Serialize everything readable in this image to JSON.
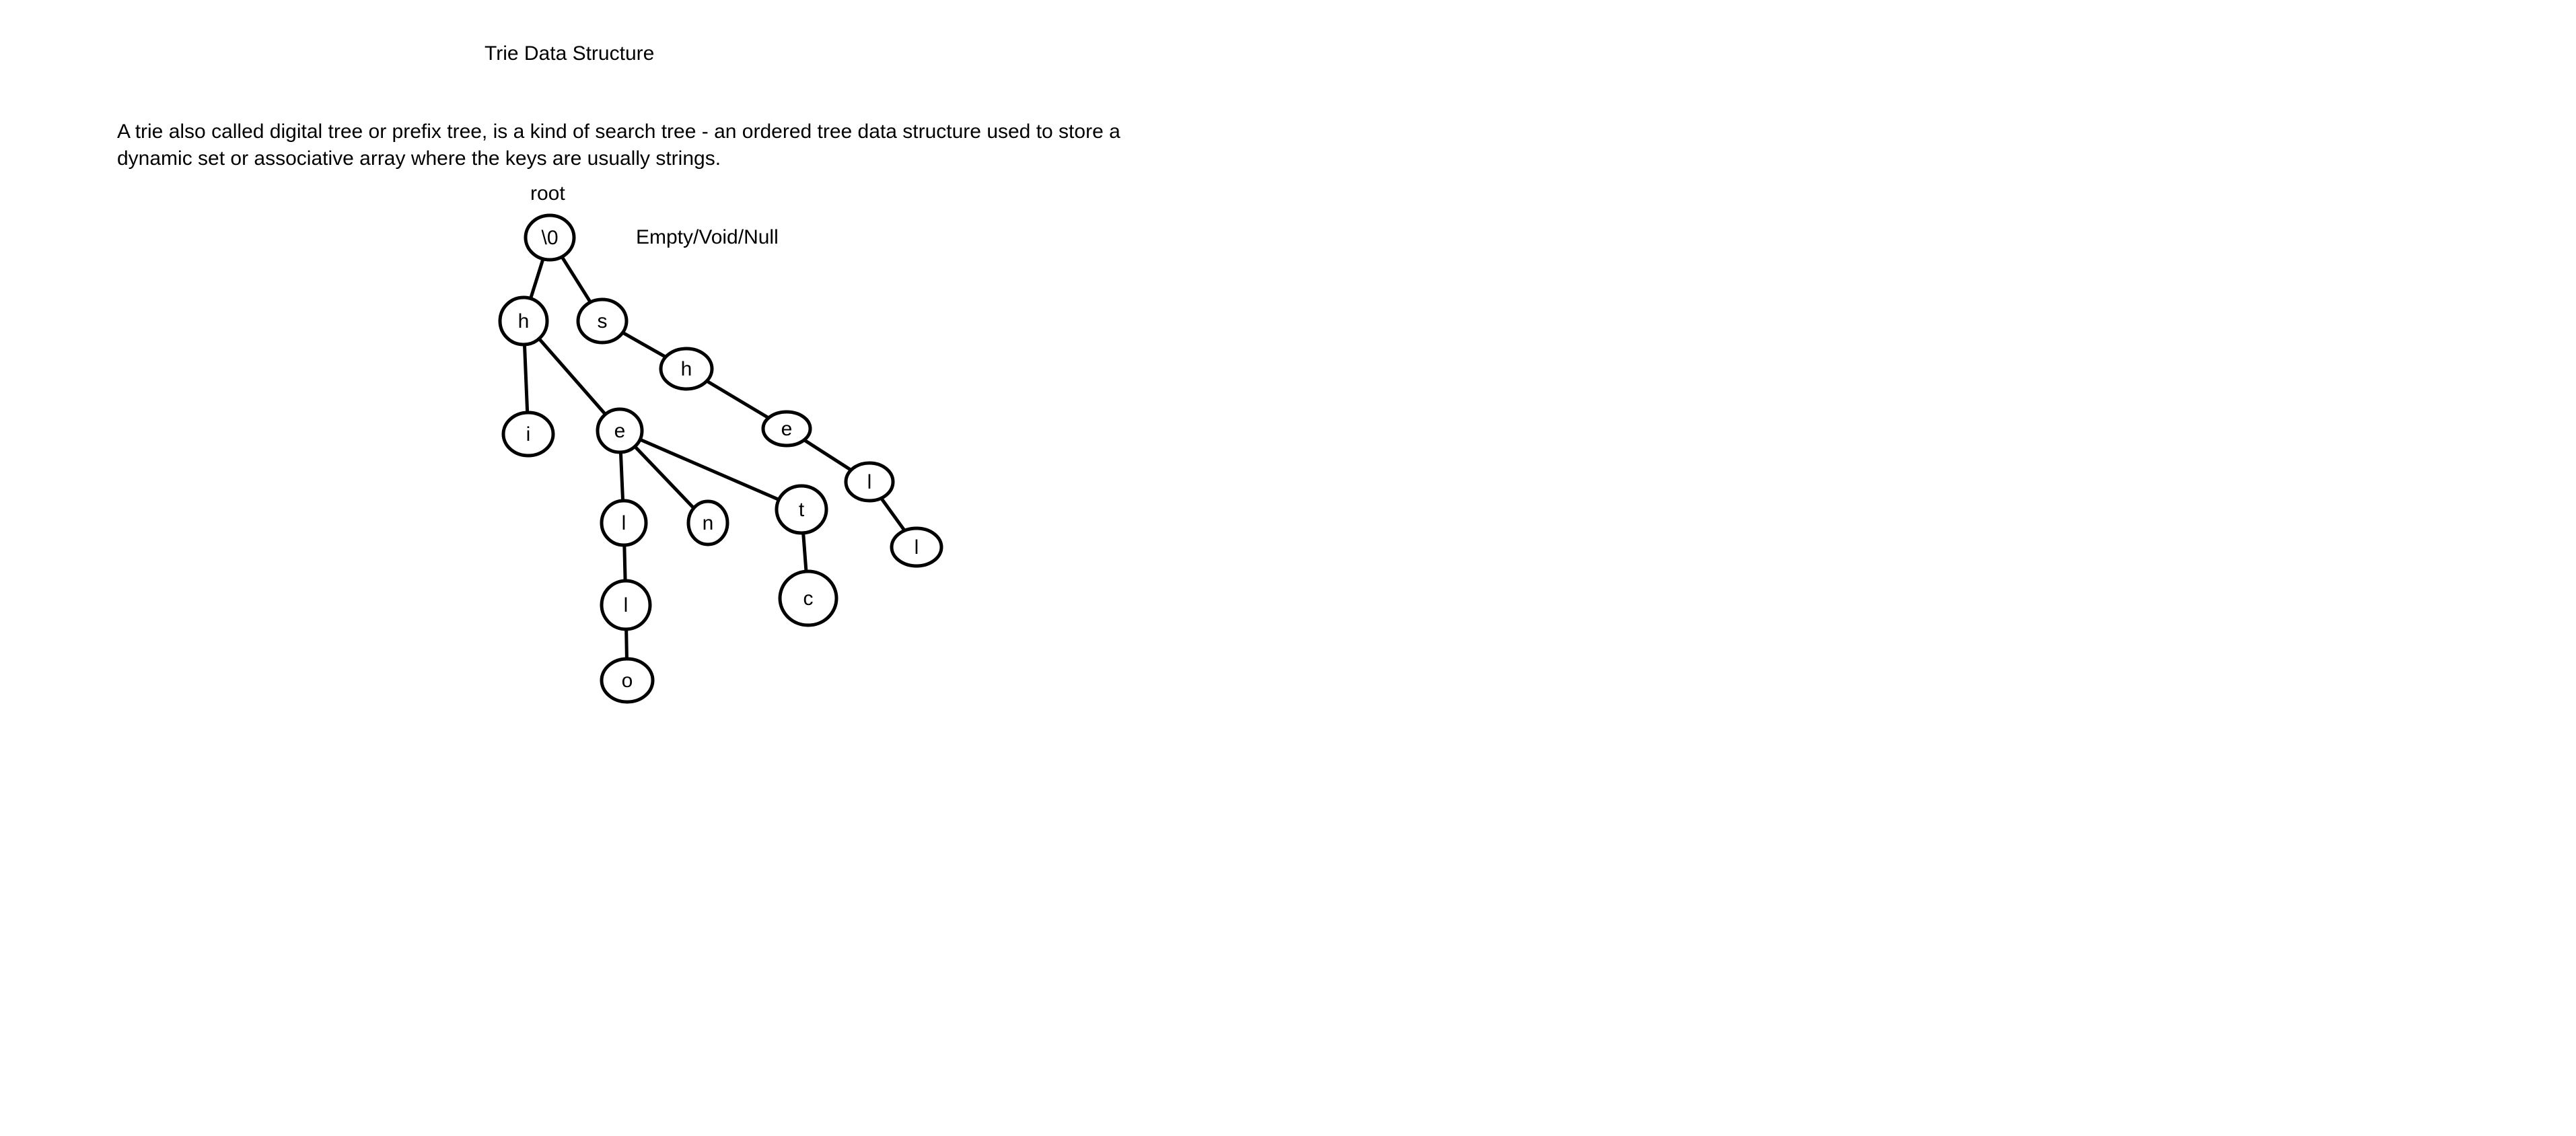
{
  "title": "Trie Data Structure",
  "description": {
    "line1": "A trie also called digital tree or prefix tree, is a kind of search tree - an ordered tree data structure used to store a",
    "line2": "dynamic set or associative array where the keys are usually strings."
  },
  "diagram": {
    "root_label": "root",
    "root_note": "Empty/Void/Null",
    "nodes": [
      {
        "id": "root",
        "label": "\\0"
      },
      {
        "id": "h1",
        "label": "h"
      },
      {
        "id": "s",
        "label": "s"
      },
      {
        "id": "h2",
        "label": "h"
      },
      {
        "id": "i",
        "label": "i"
      },
      {
        "id": "e1",
        "label": "e"
      },
      {
        "id": "e2",
        "label": "e"
      },
      {
        "id": "l3",
        "label": "l"
      },
      {
        "id": "l1",
        "label": "l"
      },
      {
        "id": "n",
        "label": "n"
      },
      {
        "id": "t",
        "label": "t"
      },
      {
        "id": "l4",
        "label": "l"
      },
      {
        "id": "l2",
        "label": "l"
      },
      {
        "id": "c",
        "label": "c"
      },
      {
        "id": "o",
        "label": "o"
      }
    ],
    "edges": [
      {
        "from": "root",
        "to": "h1"
      },
      {
        "from": "root",
        "to": "s"
      },
      {
        "from": "h1",
        "to": "i"
      },
      {
        "from": "h1",
        "to": "e1"
      },
      {
        "from": "e1",
        "to": "l1"
      },
      {
        "from": "e1",
        "to": "n"
      },
      {
        "from": "e1",
        "to": "t"
      },
      {
        "from": "l1",
        "to": "l2"
      },
      {
        "from": "l2",
        "to": "o"
      },
      {
        "from": "t",
        "to": "c"
      },
      {
        "from": "s",
        "to": "h2"
      },
      {
        "from": "h2",
        "to": "e2"
      },
      {
        "from": "e2",
        "to": "l3"
      },
      {
        "from": "l3",
        "to": "l4"
      }
    ]
  }
}
